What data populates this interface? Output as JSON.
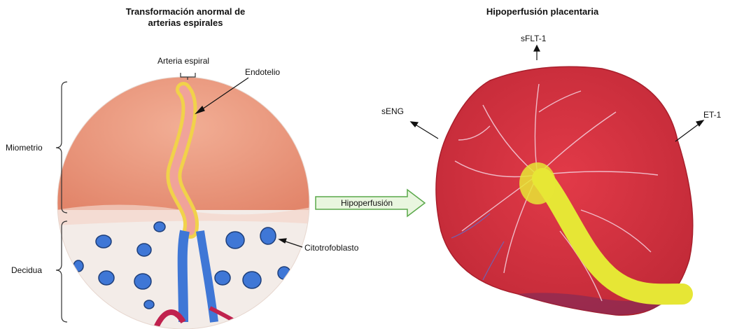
{
  "left_panel": {
    "title_line1": "Transformación anormal de",
    "title_line2": "arterias espirales",
    "labels": {
      "arteria_espiral": "Arteria espiral",
      "endotelio": "Endotelio",
      "miometrio": "Miometrio",
      "decidua": "Decidua",
      "citotrofoblasto": "Citotrofoblasto"
    }
  },
  "arrow": {
    "label": "Hipoperfusión"
  },
  "right_panel": {
    "title": "Hipoperfusión placentaria",
    "labels": {
      "sflt1": "sFLT-1",
      "seng": "sENG",
      "et1": "ET-1"
    }
  },
  "colors": {
    "myometrium": "#e8957a",
    "artery_wall": "#f1d24a",
    "cytotrophoblast": "#3f77d6",
    "placenta": "#d8343f",
    "cord": "#e6e635",
    "arrow_fill": "#e9f6df",
    "arrow_stroke": "#5aa84a"
  }
}
